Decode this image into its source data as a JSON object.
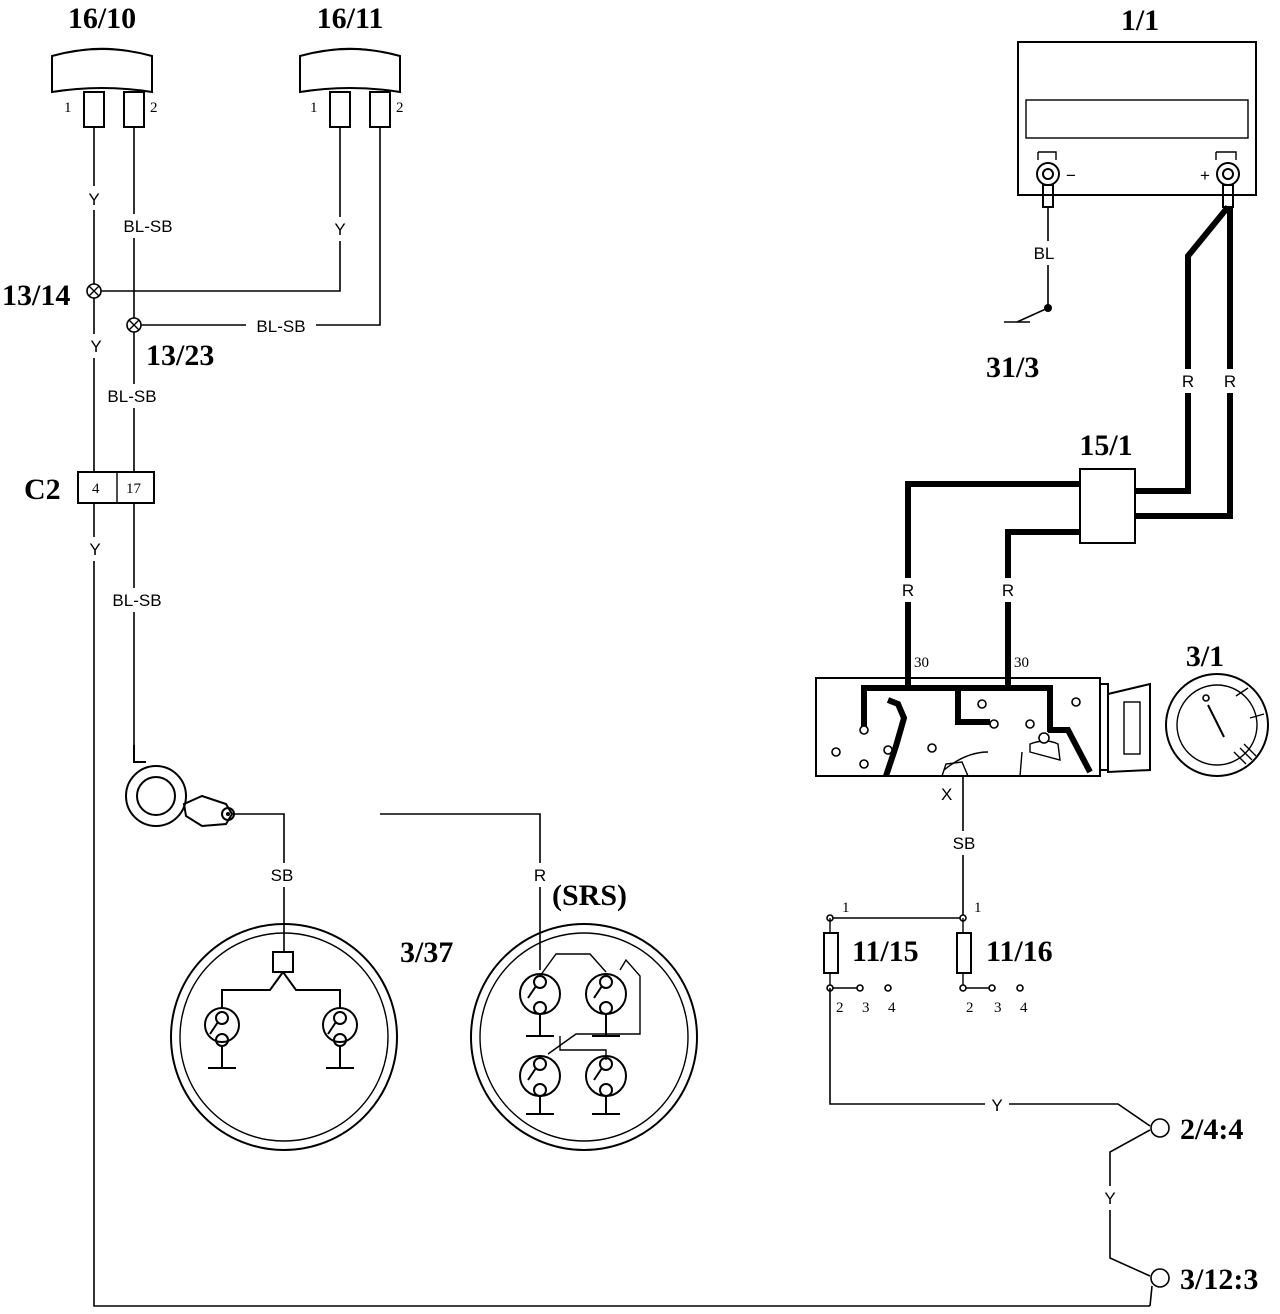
{
  "components": {
    "c16_10": "16/10",
    "c16_11": "16/11",
    "c1_1": "1/1",
    "c13_14": "13/14",
    "c13_23": "13/23",
    "c31_3": "31/3",
    "c15_1": "15/1",
    "c2": "C2",
    "c3_1": "3/1",
    "c3_37": "3/37",
    "srs": "(SRS)",
    "c11_15": "11/15",
    "c11_16": "11/16",
    "c2_4_4": "2/4:4",
    "c3_12_3": "3/12:3"
  },
  "wire_colors": {
    "y": "Y",
    "bl_sb": "BL-SB",
    "bl": "BL",
    "r": "R",
    "sb": "SB"
  },
  "pins": {
    "one": "1",
    "two": "2",
    "three": "3",
    "four": "4",
    "seventeen": "17",
    "thirty": "30",
    "x": "X"
  },
  "battery": {
    "minus": "−",
    "plus": "+"
  }
}
